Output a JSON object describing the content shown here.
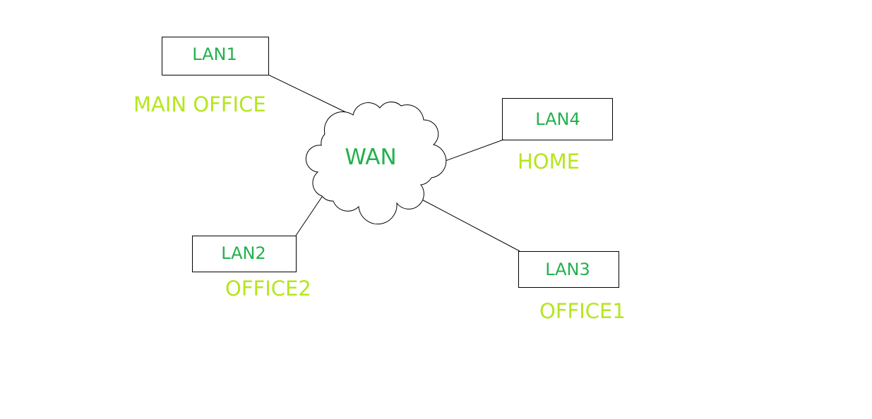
{
  "colors": {
    "node_label": "#22b14c",
    "site_label": "#b5e61d",
    "line": "#000000"
  },
  "wan": {
    "label": "WAN"
  },
  "nodes": [
    {
      "label": "LAN1",
      "site": "MAIN OFFICE"
    },
    {
      "label": "LAN4",
      "site": "HOME"
    },
    {
      "label": "LAN2",
      "site": "OFFICE2"
    },
    {
      "label": "LAN3",
      "site": "OFFICE1"
    }
  ]
}
